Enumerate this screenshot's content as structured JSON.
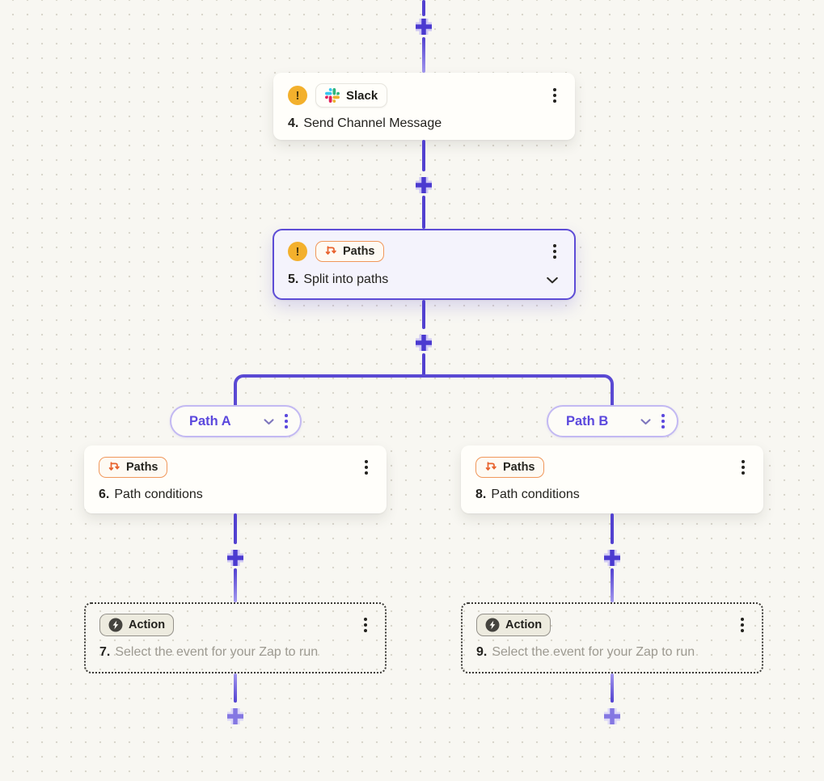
{
  "colors": {
    "background": "#f8f7f2",
    "dot_grid": "#d9d6cc",
    "connector_purple": "#5241d0",
    "selected_border": "#5d4cd6",
    "selected_bg": "#f4f3fc",
    "card_bg": "#fffefa",
    "warning_amber": "#f3b02c",
    "paths_orange": "#e8622d",
    "paths_badge_border": "#f0975a",
    "path_label_purple": "#5b48dd",
    "pill_border": "#c3b9f2",
    "muted_text": "#9d9a91",
    "dark_text": "#23221e"
  },
  "icons": {
    "warning_glyph": "!",
    "add_step": "plus-icon",
    "menu": "kebab-menu-icon",
    "expand": "chevron-down-icon",
    "slack_logo": "slack-logo-icon",
    "paths": "split-arrows-icon",
    "action": "lightning-bolt-icon"
  },
  "steps": {
    "step4": {
      "number": "4.",
      "title": "Send Channel Message",
      "app": "Slack"
    },
    "step5": {
      "number": "5.",
      "title": "Split into paths",
      "badge": "Paths"
    },
    "step6": {
      "number": "6.",
      "title": "Path conditions",
      "badge": "Paths"
    },
    "step7": {
      "number": "7.",
      "title": "Select the event for your Zap to run",
      "badge": "Action"
    },
    "step8": {
      "number": "8.",
      "title": "Path conditions",
      "badge": "Paths"
    },
    "step9": {
      "number": "9.",
      "title": "Select the event for your Zap to run",
      "badge": "Action"
    }
  },
  "paths": {
    "path_a": "Path A",
    "path_b": "Path B"
  }
}
